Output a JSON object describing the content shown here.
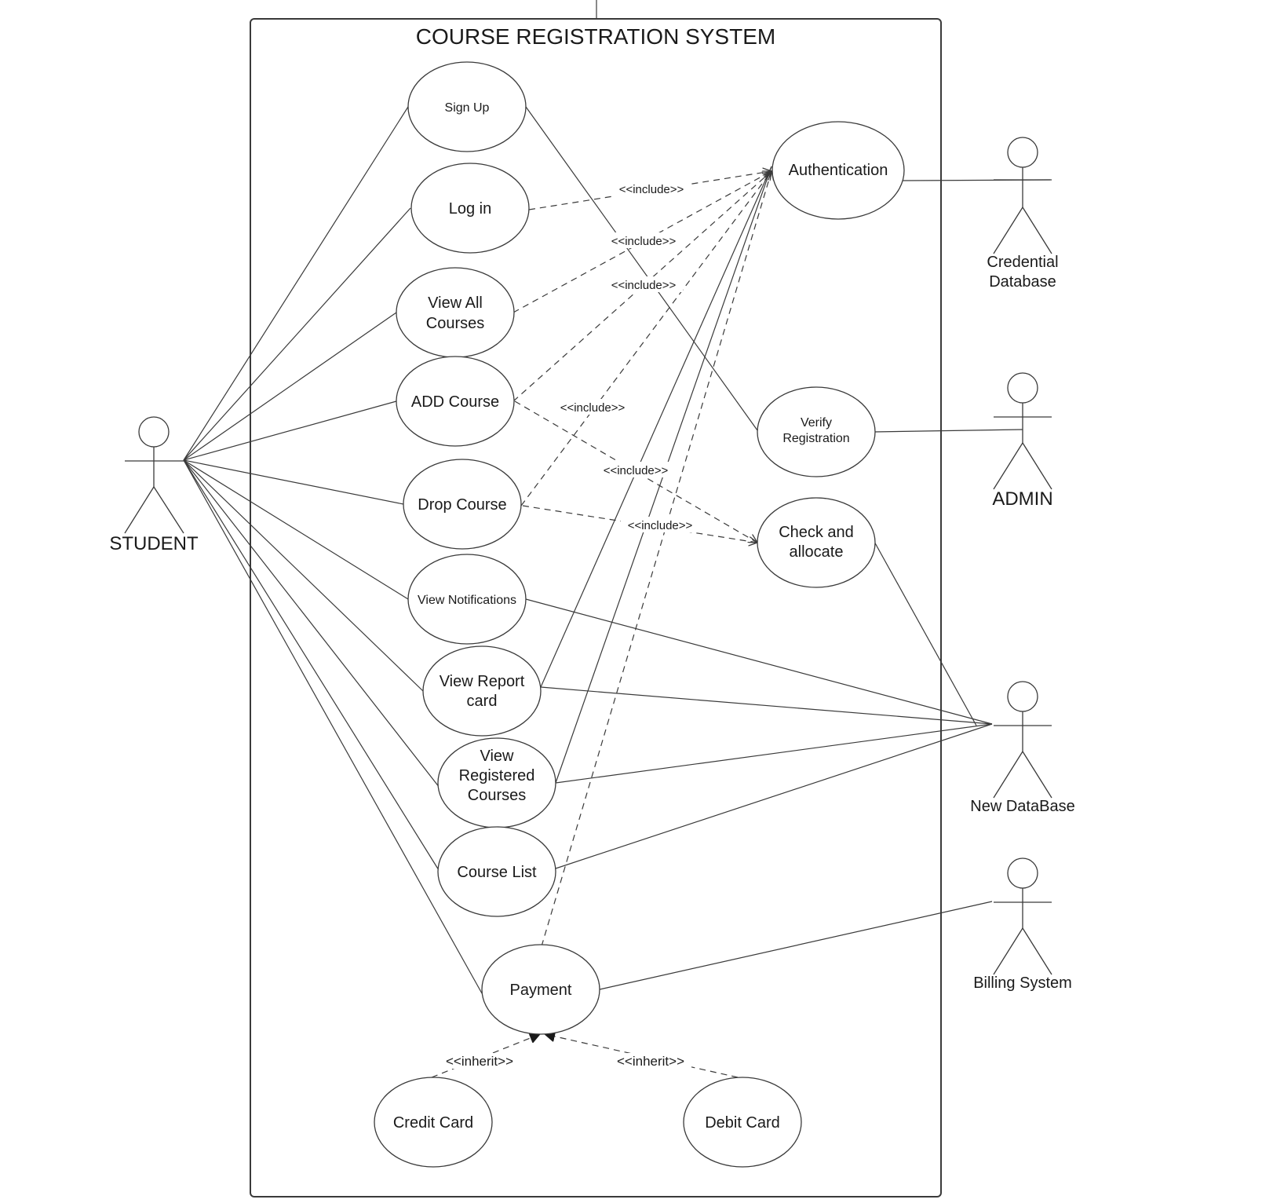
{
  "diagram": {
    "title": "COURSE REGISTRATION SYSTEM",
    "actors": {
      "student": "STUDENT",
      "credential_db": [
        "Credential",
        "Database"
      ],
      "admin": "ADMIN",
      "new_db": "New DataBase",
      "billing": "Billing System"
    },
    "use_cases": {
      "sign_up": [
        "Sign Up"
      ],
      "log_in": [
        "Log in"
      ],
      "view_all_courses": [
        "View All",
        "Courses"
      ],
      "add_course": [
        "ADD Course"
      ],
      "drop_course": [
        "Drop Course"
      ],
      "view_notifications": [
        "View Notifications"
      ],
      "view_report_card": [
        "View Report",
        "card"
      ],
      "view_registered_courses": [
        "View",
        "Registered",
        "Courses"
      ],
      "course_list": [
        "Course List"
      ],
      "payment": [
        "Payment"
      ],
      "credit_card": [
        "Credit Card"
      ],
      "debit_card": [
        "Debit Card"
      ],
      "authentication": [
        "Authentication"
      ],
      "verify_registration": [
        "Verify",
        "Registration"
      ],
      "check_allocate": [
        "Check and",
        "allocate"
      ]
    },
    "stereotypes": {
      "include": "<<include>>",
      "inherit": "<<inherit>>"
    }
  }
}
